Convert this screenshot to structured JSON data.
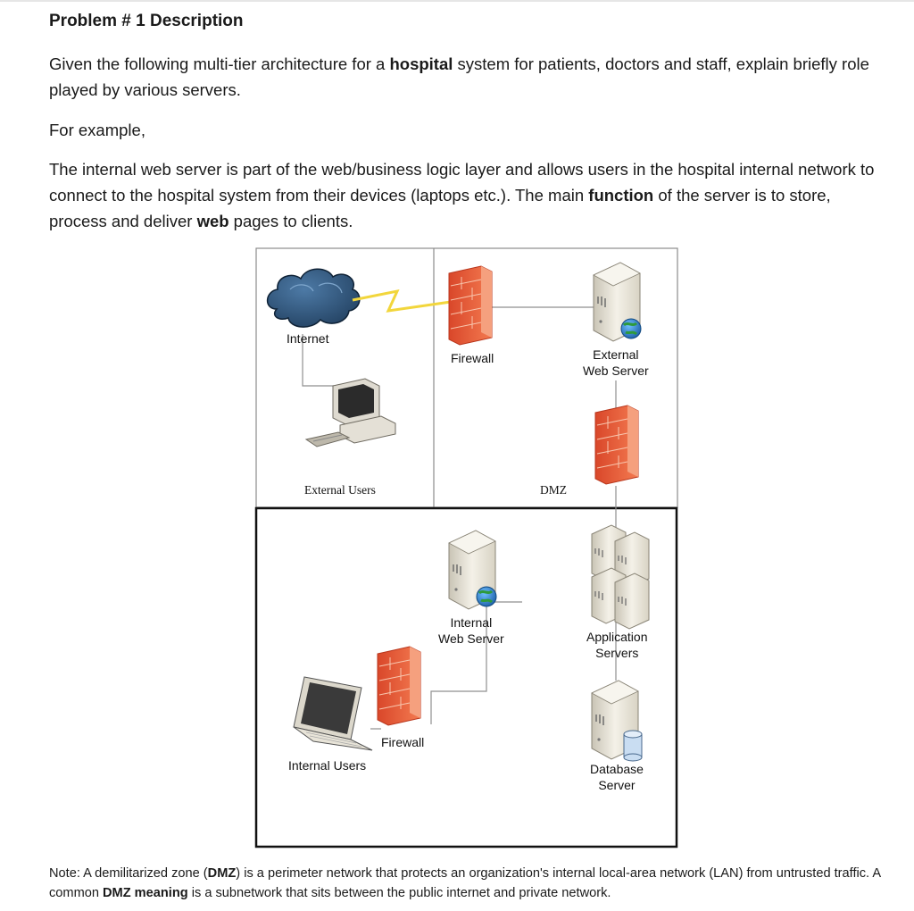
{
  "doc": {
    "heading": "Problem # 1 Description",
    "p1": {
      "a": "Given the following multi-tier architecture for a ",
      "b": "hospital",
      "c": " system for patients, doctors and staff, explain briefly role played by various servers."
    },
    "p2": "For example,",
    "p3": {
      "a": "The internal web server is part of the web/business logic layer and allows users in the hospital internal network to connect to the hospital system from their devices (laptops etc.). The main ",
      "b": "function",
      "c": " of the server is to store, process and deliver ",
      "d": "web",
      "e": " pages to clients."
    },
    "note": {
      "a": "Note: A demilitarized zone (",
      "b": "DMZ",
      "c": ") is a perimeter network that protects an organization's internal local-area network (LAN) from untrusted traffic. A common ",
      "d": "DMZ meaning",
      "e": " is a subnetwork that sits between the public internet and private network."
    }
  },
  "diagram": {
    "labels": {
      "internet": "Internet",
      "firewall_top": "Firewall",
      "external_web_server": "External\nWeb Server",
      "external_users": "External Users",
      "dmz": "DMZ",
      "internal_web_server": "Internal\nWeb Server",
      "application_servers": "Application\nServers",
      "firewall_bottom": "Firewall",
      "internal_users": "Internal Users",
      "database_server": "Database\nServer"
    },
    "icons": [
      "cloud-icon",
      "lightning-link-icon",
      "firewall-icon",
      "server-icon",
      "globe-icon",
      "desktop-computer-icon",
      "laptop-icon",
      "database-icon"
    ],
    "colors": {
      "firewall": "#e8643a",
      "cloud": "#2b4f73",
      "server": "#e3dfd3",
      "globe": "#2a7fc9",
      "link": "#f2d63c"
    }
  }
}
